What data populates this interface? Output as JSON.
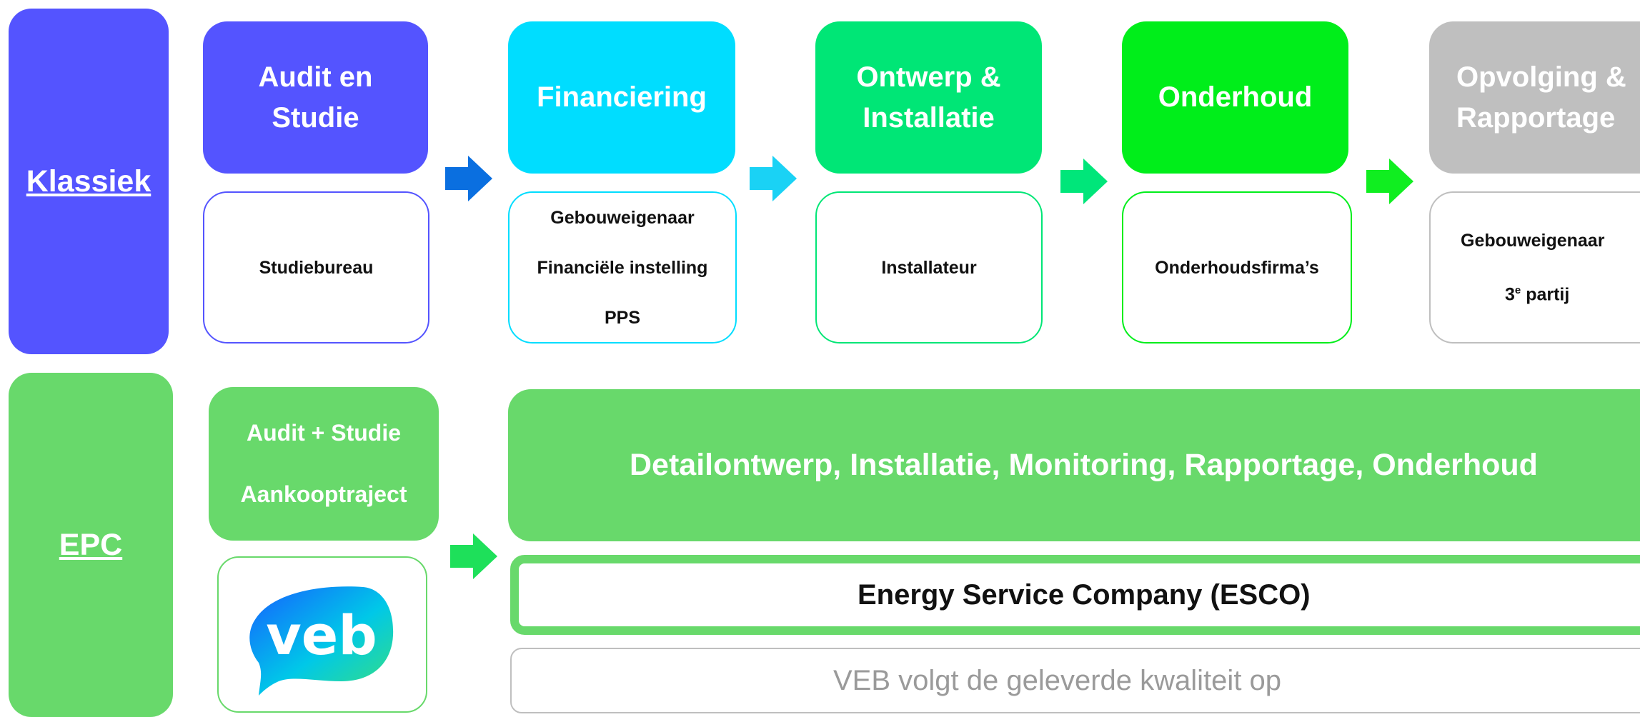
{
  "colors": {
    "klassiek": "#5454ff",
    "epc": "#68d96b",
    "financiering": "#00ddff",
    "ontwerp": "#00e676",
    "onderhoud": "#00ee1a",
    "opvolging": "#bfbfbf",
    "arrow1": "#0a6fe0",
    "arrow2": "#1ad2f5",
    "arrow3": "#00e67a",
    "arrow4": "#10ee20",
    "arrow5": "#1ee05a",
    "veb_muted": "#9a9a9a"
  },
  "klassiek": {
    "label": "Klassiek",
    "steps": [
      {
        "title_lines": [
          "Audit en",
          "Studie"
        ],
        "actors": [
          "Studiebureau"
        ]
      },
      {
        "title_lines": [
          "Financiering"
        ],
        "actors": [
          "Gebouweigenaar",
          "Financiële instelling",
          "PPS"
        ]
      },
      {
        "title_lines": [
          "Ontwerp &",
          "Installatie"
        ],
        "actors": [
          "Installateur"
        ]
      },
      {
        "title_lines": [
          "Onderhoud"
        ],
        "actors": [
          "Onderhoudsfirma’s"
        ]
      },
      {
        "title_lines": [
          "Opvolging &",
          "Rapportage"
        ],
        "actors": [
          "Gebouweigenaar",
          "3",
          "e",
          " partij"
        ]
      }
    ]
  },
  "epc": {
    "label": "EPC",
    "audit_lines": [
      "Audit + Studie",
      "Aankooptraject"
    ],
    "logo_text": "veb",
    "services": "Detailontwerp, Installatie, Monitoring, Rapportage, Onderhoud",
    "esco": "Energy Service Company (ESCO)",
    "veb_note": "VEB volgt de geleverde kwaliteit op"
  }
}
